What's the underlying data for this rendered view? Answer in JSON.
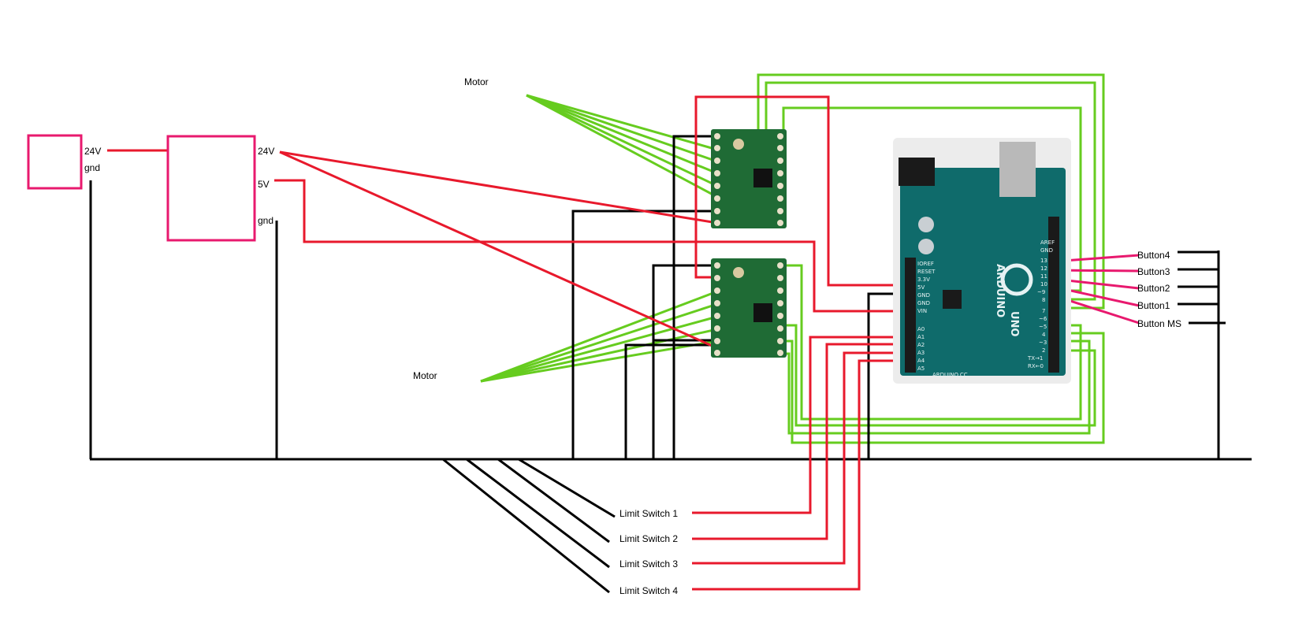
{
  "labels": {
    "src_24v": "24V",
    "src_gnd": "gnd",
    "psu_24v": "24V",
    "psu_5v": "5V",
    "psu_gnd": "gnd",
    "motor_top": "Motor",
    "motor_bottom": "Motor",
    "button4": "Button4",
    "button3": "Button3",
    "button2": "Button2",
    "button1": "Button1",
    "button_ms": "Button MS",
    "limit1": "Limit Switch 1",
    "limit2": "Limit Switch 2",
    "limit3": "Limit Switch 3",
    "limit4": "Limit Switch 4"
  },
  "arduino": {
    "brand": "ARDUINO",
    "model": "UNO",
    "site": "ARDUINO.CC",
    "digital_pins": [
      "13",
      "12",
      "11",
      "10",
      "~9",
      "8",
      "7",
      "~6",
      "~5",
      "4",
      "~3",
      "2",
      "TX→1",
      "RX←0"
    ],
    "analog_pins": [
      "A0",
      "A1",
      "A2",
      "A3",
      "A4",
      "A5"
    ],
    "power_pins": [
      "IOREF",
      "RESET",
      "3.3V",
      "5V",
      "GND",
      "GND",
      "VIN"
    ],
    "header_labels": [
      "AREF",
      "GND"
    ]
  },
  "colors": {
    "power": "#e8192c",
    "signal": "#66cc1f",
    "ground": "#000000",
    "box": "#e8196e",
    "button_wire": "#e8196e",
    "board": "#0f6b6b",
    "driver": "#1f6b35"
  }
}
